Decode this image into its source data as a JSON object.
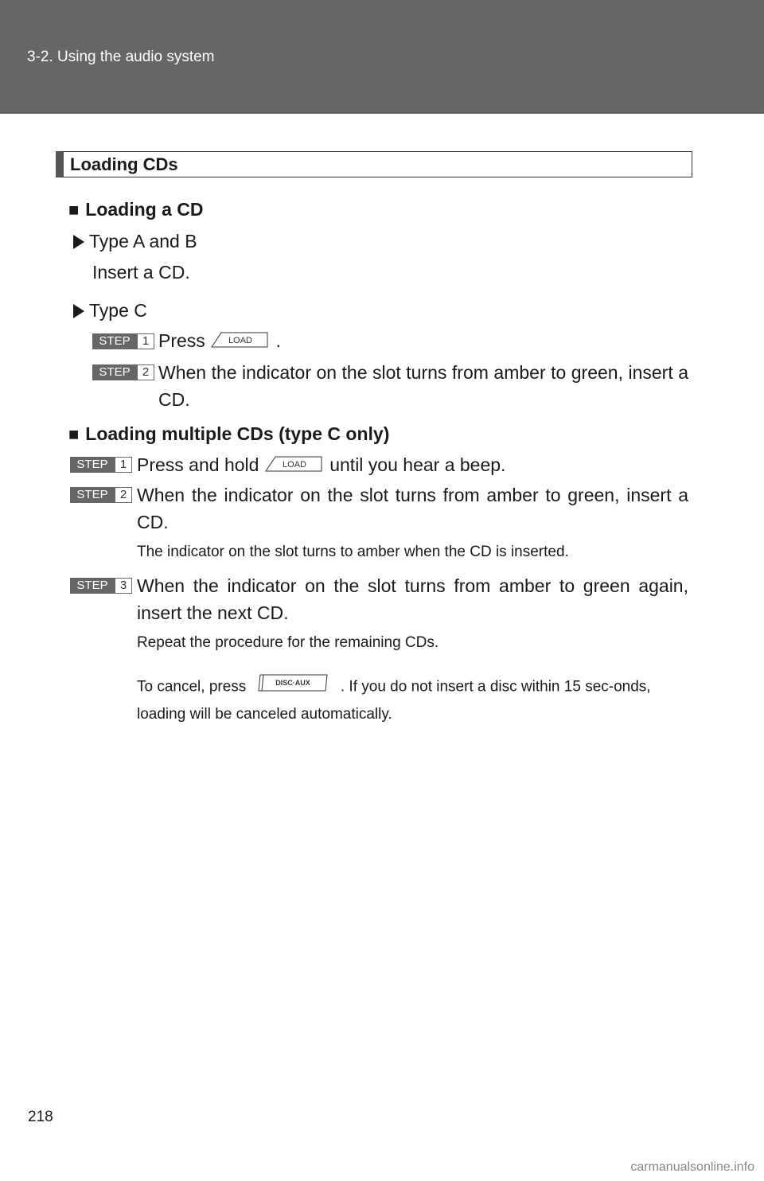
{
  "header": {
    "breadcrumb": "3-2. Using the audio system"
  },
  "section": {
    "title": "Loading CDs"
  },
  "single": {
    "heading": "Loading a CD",
    "type_ab": "Type A and B",
    "type_ab_text": "Insert a CD.",
    "type_c": "Type C",
    "steps": [
      {
        "word": "STEP",
        "num": "1",
        "pre": "Press",
        "button": "LOAD",
        "post": "."
      },
      {
        "word": "STEP",
        "num": "2",
        "text": "When the indicator on the slot turns from amber to green, insert a CD."
      }
    ]
  },
  "multi": {
    "heading": "Loading multiple CDs (type C only)",
    "steps": [
      {
        "word": "STEP",
        "num": "1",
        "pre": "Press and hold",
        "button": "LOAD",
        "post": "until you hear a beep."
      },
      {
        "word": "STEP",
        "num": "2",
        "text": "When the indicator on the slot turns from amber to green, insert a CD.",
        "note": "The indicator on the slot turns to amber when the CD is inserted."
      },
      {
        "word": "STEP",
        "num": "3",
        "text": "When the indicator on the slot turns from amber to green again, insert the next CD.",
        "note1": "Repeat the procedure for the remaining CDs.",
        "note2_pre": "To cancel, press",
        "note2_button": "DISC·AUX",
        "note2_post": ". If you do not insert a disc within 15 sec-onds, loading will be canceled automatically."
      }
    ]
  },
  "footer": {
    "page_number": "218",
    "watermark": "carmanualsonline.info"
  },
  "icons": {
    "square": "square-bullet-icon",
    "triangle": "triangle-right-icon"
  }
}
